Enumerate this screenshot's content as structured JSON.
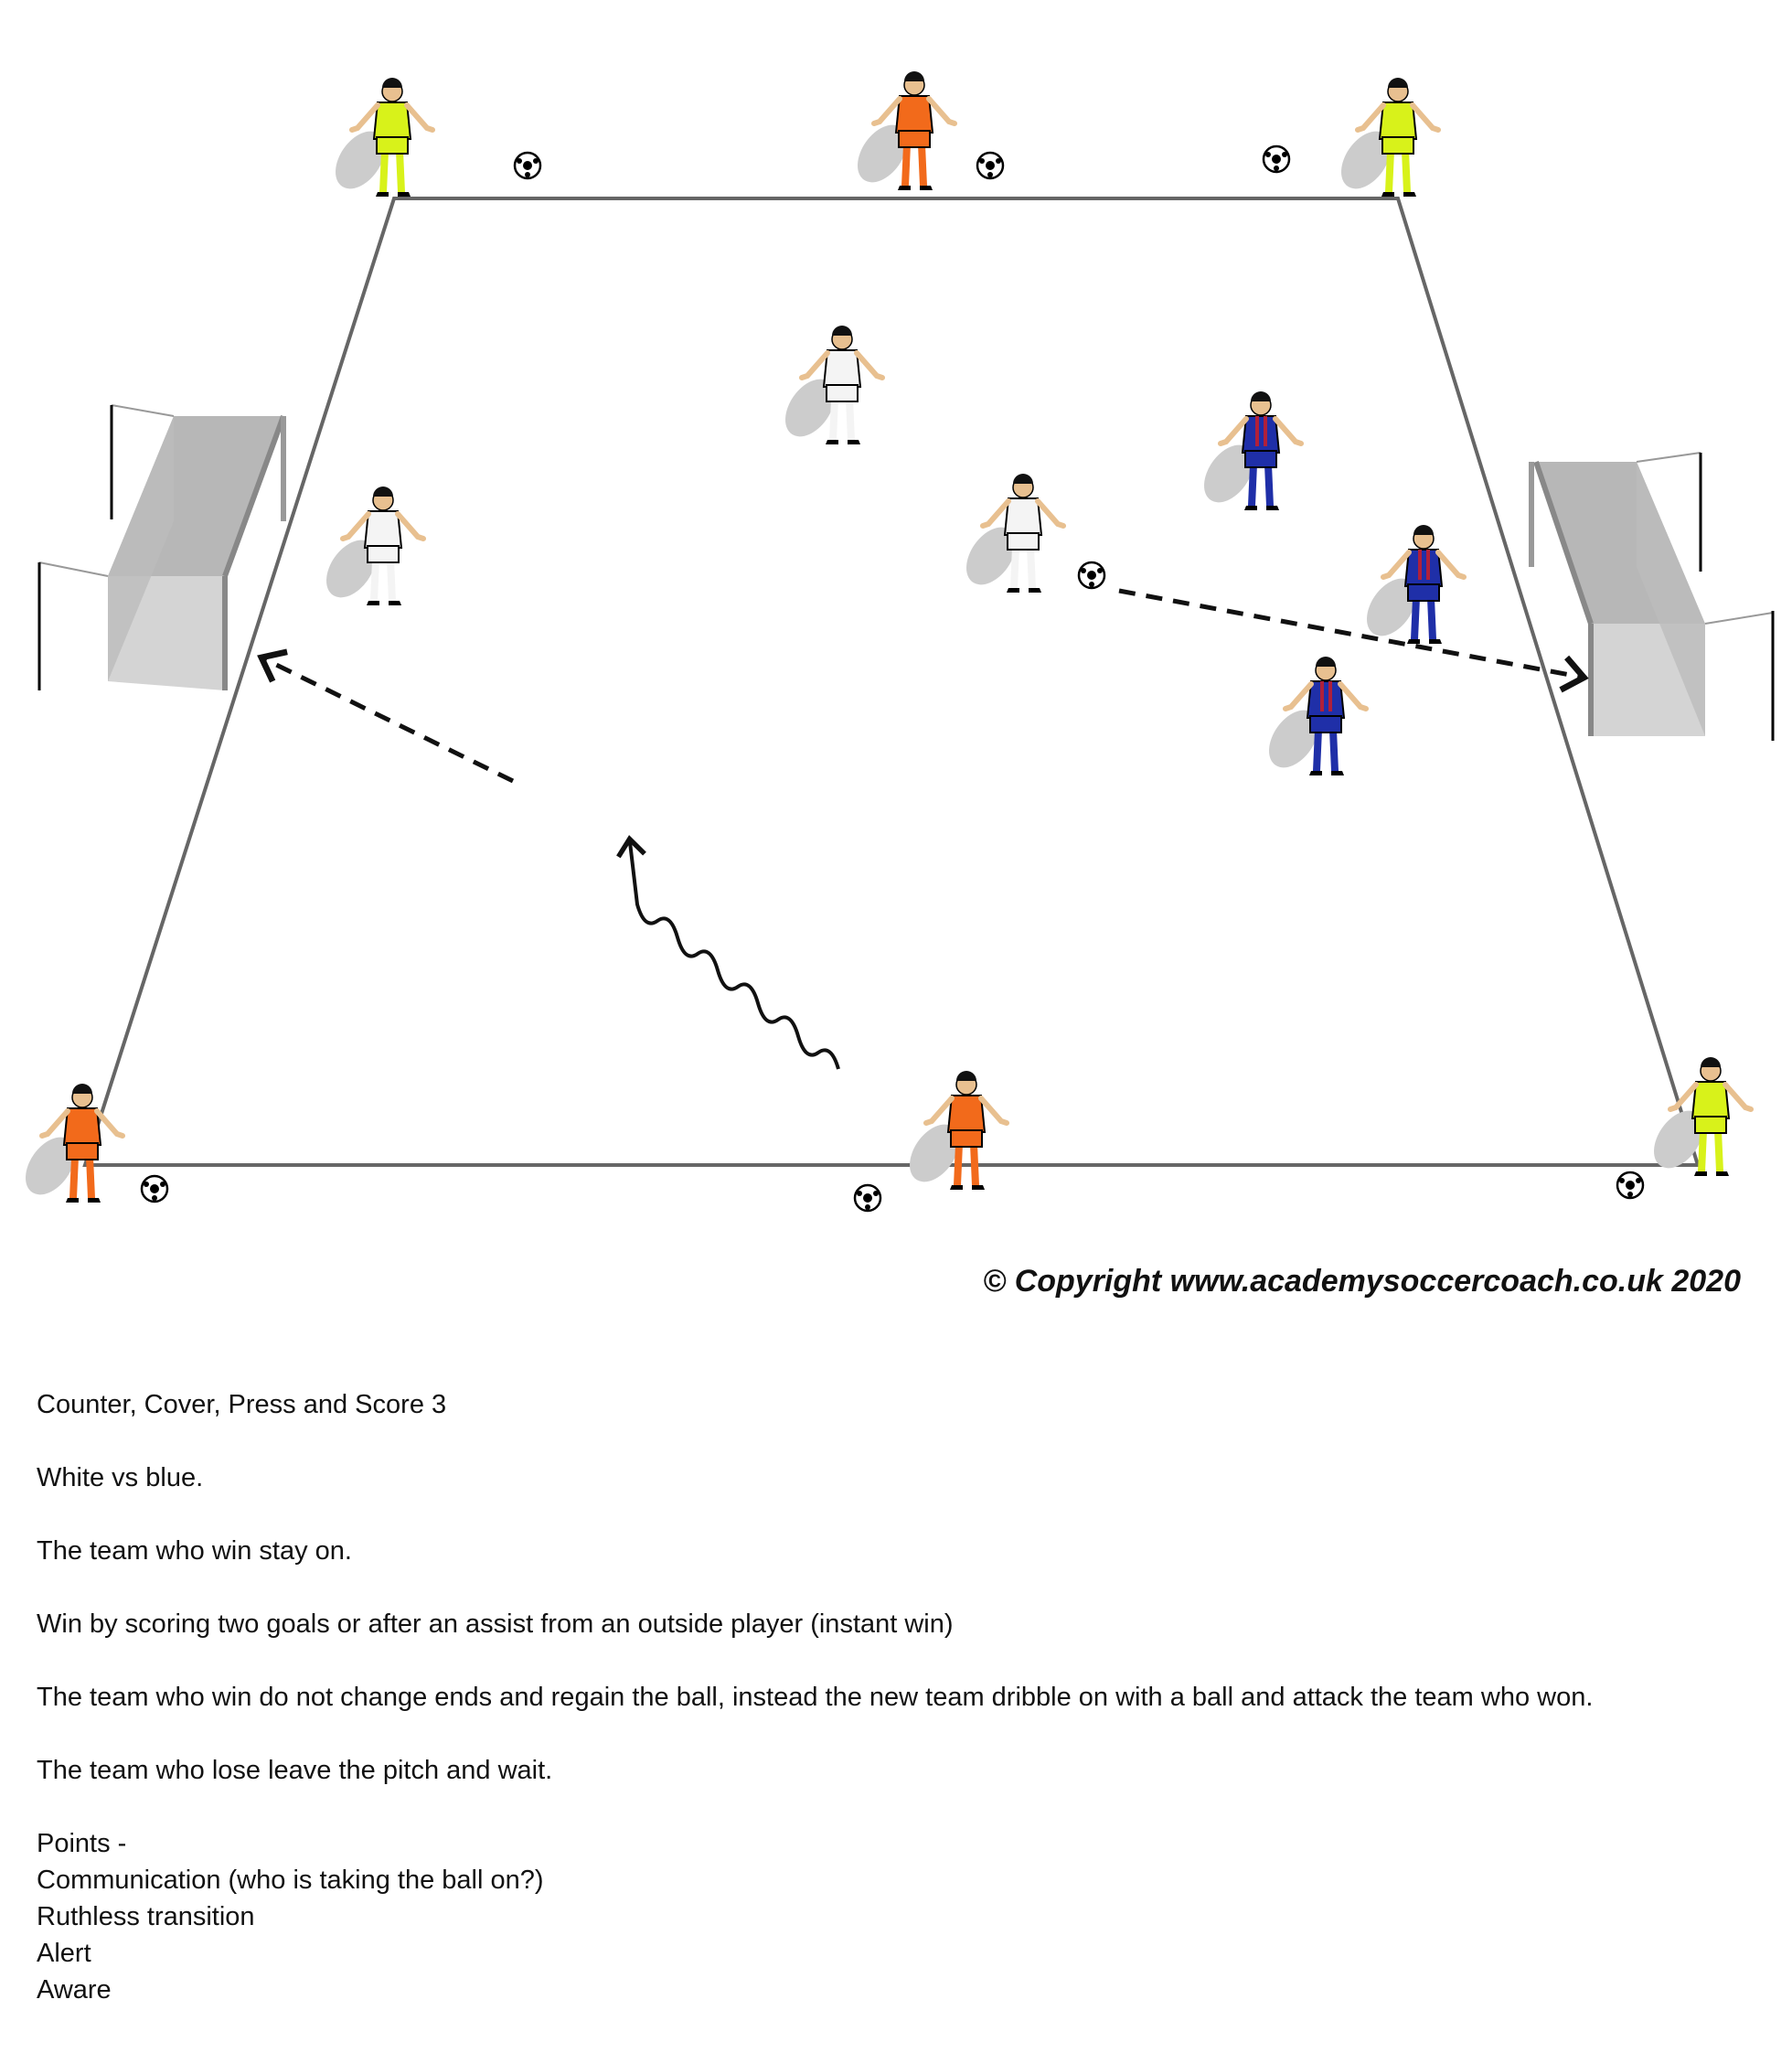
{
  "copyright": "© Copyright www.academysoccercoach.co.uk 2020",
  "title": "Counter, Cover, Press and Score 3",
  "paragraphs": [
    "White vs blue.",
    "The team who win stay on.",
    "Win by scoring two goals or after an assist from an outside player (instant win)",
    "The team who win do not change ends and regain the ball, instead the new team dribble on with a ball and attack the team who won.",
    "The team who lose leave the pitch and wait."
  ],
  "points": {
    "heading": "Points -",
    "items": [
      "Communication (who is taking the ball on?)",
      "Ruthless transition",
      "Alert",
      "Aware"
    ]
  },
  "colors": {
    "yellow_kit": "#d8f21a",
    "orange_kit": "#f26a1b",
    "white_kit": "#f4f4f4",
    "blue_kit": "#1f2fa8",
    "blue_stripe": "#b0203a",
    "pitch_line": "#666666"
  }
}
